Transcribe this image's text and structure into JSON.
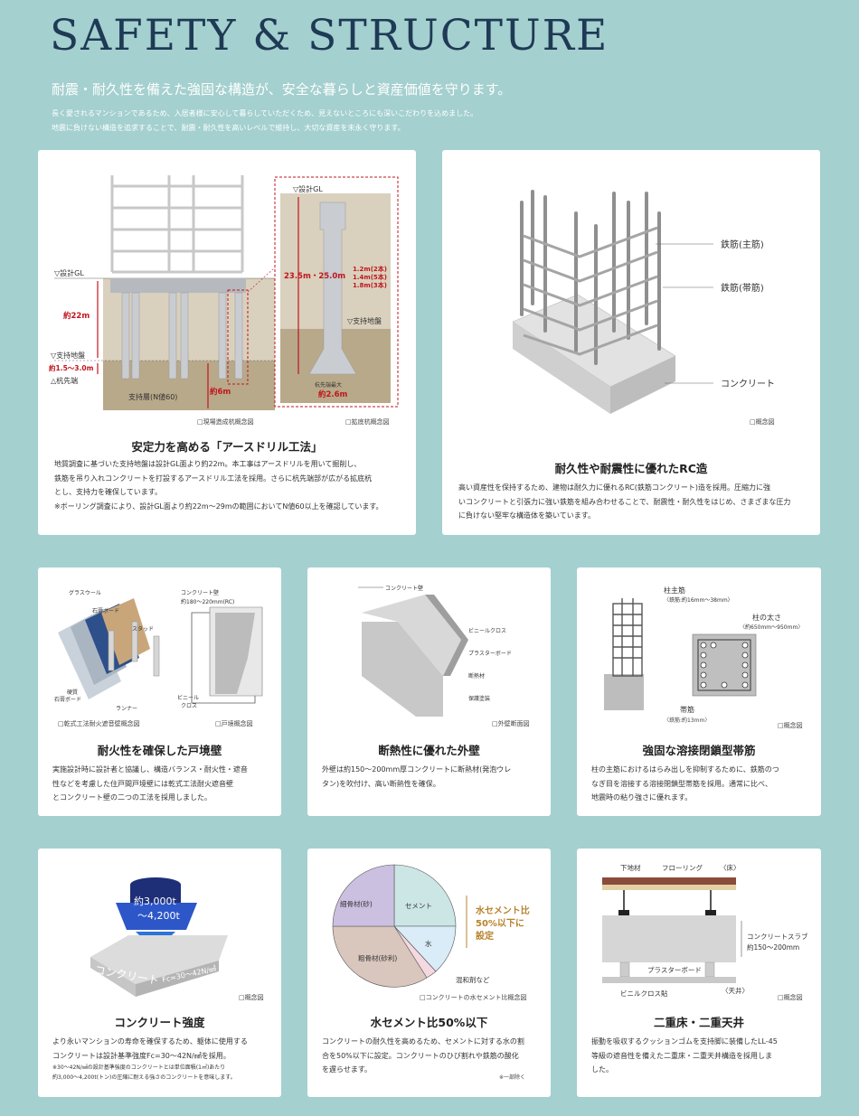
{
  "header": {
    "title": "SAFETY & STRUCTURE",
    "lead": "耐震・耐久性を備えた強固な構造が、安全な暮らしと資産価値を守ります。",
    "intro1": "長く愛されるマンションであるため、入居者様に安心して暮らしていただくため、見えないところにも深いこだわりを込めました。",
    "intro2": "地震に負けない構造を追求することで、耐震・耐久性を高いレベルで維持し、大切な資産を末永く守ります。"
  },
  "card1": {
    "labels": {
      "gl": "▽設計GL",
      "depth": "約22m",
      "support": "▽支持地盤",
      "range": "約1.5〜3.0m",
      "pile_tip": "△杭先端",
      "layer": "支持層(N値60)",
      "len6": "約6m",
      "gl2": "▽設計GL",
      "pile_len": "23.5m・25.0m",
      "diameters": [
        "1.2m(2本)",
        "1.4m(5本)",
        "1.8m(3本)"
      ],
      "support2": "▽支持地盤",
      "tip_label": "杭先端最大",
      "tip_val": "約2.6m"
    },
    "cap_left": "□現場造成杭概念図",
    "cap_right": "□拡底杭概念図",
    "heading": "安定力を高める「アースドリル工法」",
    "body": [
      "地質調査に基づいた支持地盤は設計GL面より約22m。本工事はアースドリルを用いて掘削し、",
      "鉄筋を吊り入れコンクリートを打設するアースドリル工法を採用。さらに杭先端部が広がる拡底杭",
      "とし、支持力を確保しています。",
      "※ボーリング調査により、設計GL面より約22m〜29mの範囲においてN値60以上を確認しています。"
    ]
  },
  "card2": {
    "labels": {
      "main": "鉄筋(主筋)",
      "hoop": "鉄筋(帯筋)",
      "concrete": "コンクリート"
    },
    "cap": "□概念図",
    "heading": "耐久性や耐震性に優れたRC造",
    "body": [
      "高い資産性を保持するため、建物は耐久力に優れるRC(鉄筋コンクリート)造を採用。圧縮力に強",
      "いコンクリートと引張力に強い鉄筋を組み合わせることで、耐震性・耐久性をはじめ、さまざまな圧力",
      "に負けない堅牢な構造体を築いています。"
    ]
  },
  "card3": {
    "labels": {
      "glass": "グラスウール",
      "gypsum": "石膏ボード",
      "stud": "スタッド",
      "hard_gypsum": "硬質",
      "hard_gypsum2": "石膏ボード",
      "runner": "ランナー",
      "wall": "コンクリート壁",
      "wall_thk": "約180〜220mm(RC)",
      "cloth1": "ビニール",
      "cloth2": "クロス"
    },
    "cap_left": "□乾式工法耐火遮音壁概念図",
    "cap_right": "□戸境概念図",
    "heading": "耐火性を確保した戸境壁",
    "body": [
      "実施設計時に設計者と協議し、構造バランス・耐火性・遮音",
      "性などを考慮した住戸間戸境壁には乾式工法耐火遮音壁",
      "とコンクリート壁の二つの工法を採用しました。"
    ]
  },
  "card4": {
    "labels": {
      "wall": "コンクリート壁",
      "cloth": "ビニールクロス",
      "plaster": "プラスターボード",
      "insul": "断熱材",
      "coat": "保護塗装"
    },
    "cap": "□外壁断面図",
    "heading": "断熱性に優れた外壁",
    "body": [
      "外壁は約150〜200mm厚コンクリートに断熱材(発泡ウレ",
      "タン)を吹付け、高い断熱性を確保。"
    ]
  },
  "card5": {
    "labels": {
      "main": "柱主筋",
      "main_spec": "〈鉄筋:約16mm〜38mm〉",
      "width": "柱の太さ",
      "width_spec": "〈約650mm〜950mm〉",
      "hoop": "帯筋",
      "hoop_spec": "〈鉄筋:約13mm〉"
    },
    "cap": "□概念図",
    "heading": "強固な溶接閉鎖型帯筋",
    "body": [
      "柱の主筋におけるはらみ出しを抑制するために、鉄筋のつ",
      "なぎ目を溶接する溶接閉鎖型帯筋を採用。通常に比べ、",
      "地震時の粘り強さに優れます。"
    ]
  },
  "card6": {
    "labels": {
      "weight1": "約3,000t",
      "weight2": "〜4,200t",
      "concrete": "コンクリート",
      "fc": "Fc=30〜42N/㎟"
    },
    "cap": "□概念図",
    "heading": "コンクリート強度",
    "body": [
      "より永いマンションの寿命を確保するため、躯体に使用する",
      "コンクリートは設計基準強度Fc=30〜42N/㎟を採用。"
    ],
    "note": [
      "※30〜42N/㎟の設計基準強度のコンクリートとは単位面積(1㎡)あたり",
      "約3,000〜4,200t(トン)の圧縮に耐える強さのコンクリートを意味します。"
    ]
  },
  "card7": {
    "labels": {
      "fine": "細骨材(砂)",
      "cement": "セメント",
      "coarse": "粗骨材(砂利)",
      "water": "水",
      "admix": "混和剤など",
      "ratio1": "水セメント比",
      "ratio2": "50%以下に",
      "ratio3": "設定"
    },
    "cap": "□コンクリートの水セメント比概念図",
    "heading": "水セメント比50%以下",
    "body": [
      "コンクリートの耐久性を高めるため、セメントに対する水の割",
      "合を50%以下に設定。コンクリートのひび割れや鉄筋の酸化",
      "を遅らせます。"
    ],
    "note": "※一部除く"
  },
  "card8": {
    "labels": {
      "base": "下地材",
      "floor": "フローリング",
      "floor_tag": "〈床〉",
      "slab": "コンクリートスラブ",
      "slab_thk": "約150〜200mm",
      "plaster": "プラスターボード",
      "cloth": "ビニルクロス貼",
      "ceil_tag": "〈天井〉"
    },
    "cap": "□概念図",
    "heading": "二重床・二重天井",
    "body": [
      "振動を吸収するクッションゴムを支持脚に装備したLL-45",
      "等級の遮音性を備えた二重床・二重天井構造を採用しま",
      "した。"
    ]
  }
}
